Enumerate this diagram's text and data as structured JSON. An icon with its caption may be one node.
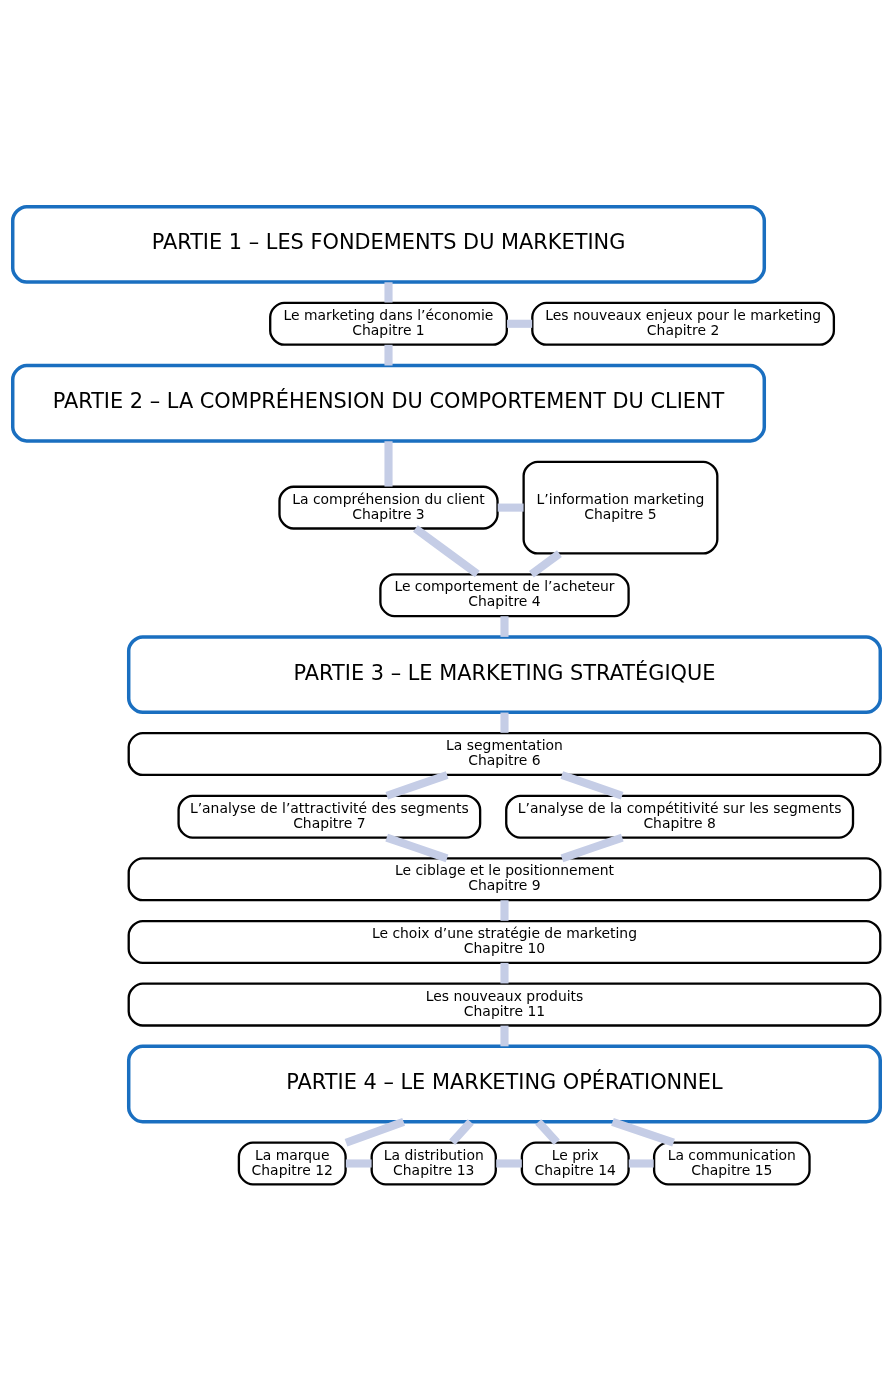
{
  "diagram": {
    "nodes": [
      {
        "text": [
          "PARTIE 1 – LES FONDEMENTS DU MARKETING"
        ]
      },
      {
        "text": [
          "Le marketing dans l’économie",
          "Chapitre 1"
        ]
      },
      {
        "text": [
          "Les nouveaux enjeux pour le marketing",
          "Chapitre 2"
        ]
      },
      {
        "text": [
          "PARTIE 2 – LA COMPRÉHENSION DU COMPORTEMENT DU CLIENT"
        ]
      },
      {
        "text": [
          "La compréhension du client",
          "Chapitre 3"
        ]
      },
      {
        "text": [
          "L’information marketing",
          "Chapitre 5"
        ]
      },
      {
        "text": [
          "Le comportement de l’acheteur",
          "Chapitre 4"
        ]
      },
      {
        "text": [
          "PARTIE 3 – LE MARKETING STRATÉGIQUE"
        ]
      },
      {
        "text": [
          "La segmentation",
          "Chapitre 6"
        ]
      },
      {
        "text": [
          "L’analyse de l’attractivité des segments",
          "Chapitre 7"
        ]
      },
      {
        "text": [
          "L’analyse de la compétitivité sur les segments",
          "Chapitre 8"
        ]
      },
      {
        "text": [
          "Le ciblage et le positionnement",
          "Chapitre 9"
        ]
      },
      {
        "text": [
          "Le choix d’une stratégie de marketing",
          "Chapitre 10"
        ]
      },
      {
        "text": [
          "Les nouveaux produits",
          "Chapitre 11"
        ]
      },
      {
        "text": [
          "PARTIE 4 – LE MARKETING OPÉRATIONNEL"
        ]
      },
      {
        "text": [
          "La marque",
          "Chapitre 12"
        ]
      },
      {
        "text": [
          "La distribution",
          "Chapitre 13"
        ]
      },
      {
        "text": [
          "Le prix",
          "Chapitre 14"
        ]
      },
      {
        "text": [
          "La communication",
          "Chapitre 15"
        ]
      }
    ],
    "edges": [
      {
        "from": 0,
        "to": 1,
        "arrow": "none"
      },
      {
        "from": 1,
        "to": 2,
        "arrow": "none"
      },
      {
        "from": 1,
        "to": 3,
        "arrow": "none"
      },
      {
        "from": 3,
        "to": 4,
        "arrow": "none"
      },
      {
        "from": 4,
        "to": 5,
        "arrow": "none"
      },
      {
        "from": 4,
        "to": 6,
        "arrow": "none"
      },
      {
        "from": 6,
        "to": 5,
        "arrow": "none"
      },
      {
        "from": 6,
        "to": 7,
        "arrow": "none"
      },
      {
        "from": 7,
        "to": 8,
        "arrow": "none"
      },
      {
        "from": 8,
        "to": 9,
        "arrow": "none"
      },
      {
        "from": 8,
        "to": 10,
        "arrow": "none"
      },
      {
        "from": 9,
        "to": 11,
        "arrow": "none"
      },
      {
        "from": 10,
        "to": 11,
        "arrow": "none"
      },
      {
        "from": 11,
        "to": 12,
        "arrow": "none"
      },
      {
        "from": 12,
        "to": 13,
        "arrow": "none"
      },
      {
        "from": 13,
        "to": 14,
        "arrow": "none"
      },
      {
        "from": 14,
        "to": 15,
        "arrow": "none"
      },
      {
        "from": 14,
        "to": 16,
        "arrow": "none"
      },
      {
        "from": 14,
        "to": 17,
        "arrow": "none"
      },
      {
        "from": 14,
        "to": 18,
        "arrow": "none"
      },
      {
        "from": 15,
        "to": 16,
        "arrow": "none"
      },
      {
        "from": 16,
        "to": 17,
        "arrow": "none"
      },
      {
        "from": 17,
        "to": 18,
        "arrow": "none"
      }
    ]
  }
}
